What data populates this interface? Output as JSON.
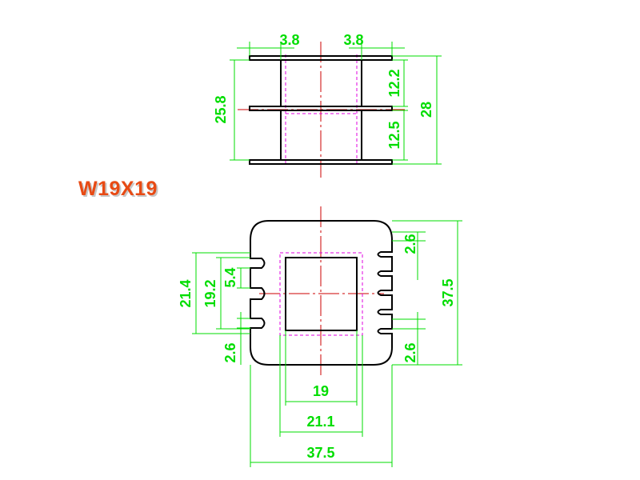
{
  "title": "W19X19",
  "colors": {
    "outline": "#000000",
    "dimension": "#00dd00",
    "center_line": "#cc0000",
    "hidden_line": "#e000e0",
    "title": "#e84a14"
  },
  "top_view": {
    "dims": {
      "flange_left": "3.8",
      "flange_right": "3.8",
      "upper_section": "12.2",
      "lower_section": "12.5",
      "inner_height": "25.8",
      "overall_height": "28"
    }
  },
  "front_view": {
    "dims": {
      "slot_pitch": "5.4",
      "window_inner": "19.2",
      "window_outer": "21.4",
      "corner_left": "2.6",
      "corner_right_top": "2.6",
      "corner_right_bottom": "2.6",
      "overall_height": "37.5",
      "core_width": "19",
      "window_width": "21.1",
      "overall_width": "37.5"
    }
  }
}
